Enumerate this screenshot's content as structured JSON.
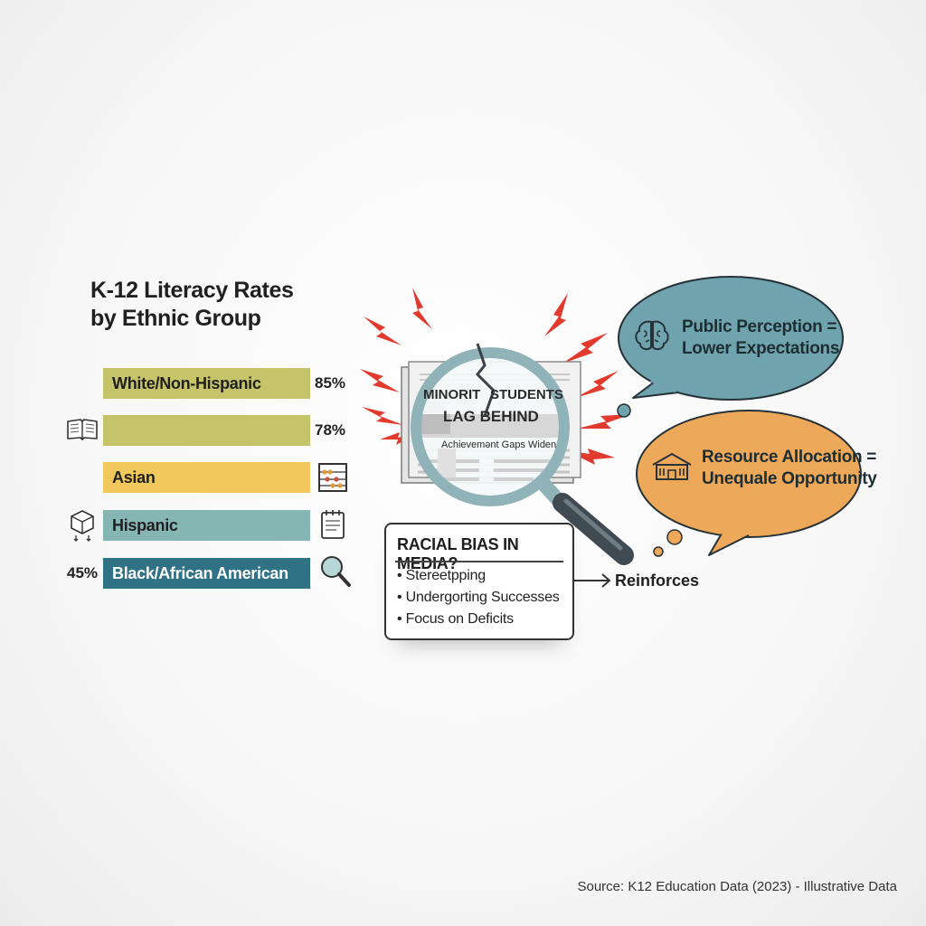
{
  "title": {
    "line1": "K-12 Literacy Rates",
    "line2": "by Ethnic Group"
  },
  "bars": [
    {
      "label": "White/Non-Hispanic",
      "value_label": "85%",
      "color": "#c5c46a",
      "icon": "none"
    },
    {
      "label": "",
      "value_label": "78%",
      "color": "#c5c46a",
      "icon": "open-book-icon"
    },
    {
      "label": "Asian",
      "value_label": "",
      "color": "#f0c85c",
      "icon": "abacus-icon"
    },
    {
      "label": "Hispanic",
      "value_label": "",
      "color": "#86b6b4",
      "icon": "cube-icon"
    },
    {
      "label": "Black/African American",
      "value_label": "45%",
      "color": "#2f7285",
      "icon": "magnifier-icon"
    }
  ],
  "newspaper": {
    "headline1_left": "MINORIT",
    "headline1_right": "STUDENTS",
    "headline2": "LAG BEHIND",
    "subhead": "Achievemənt Gaps Widen"
  },
  "bubbles": {
    "perception": {
      "line1": "Public Perception =",
      "line2": "Lower Expectations",
      "color": "#6fa3ad",
      "icon": "brain-icon"
    },
    "resource": {
      "line1": "Resource Allocation =",
      "line2": "Unequale Opportunity",
      "color": "#eea85a",
      "icon": "building-icon"
    }
  },
  "bias_box": {
    "title": "RACIAL BIAS IN MEDIA?",
    "items": [
      "Stereetpping",
      "Undergorting Successes",
      "Focus on Deficits"
    ]
  },
  "arrow_label": "Reinforces",
  "source": "Source: K12 Education Data (2023) - Illustrative Data",
  "colors": {
    "accent_red": "#e23b2e",
    "lens_rim": "#8fb3b8",
    "handle": "#3f4a52"
  }
}
